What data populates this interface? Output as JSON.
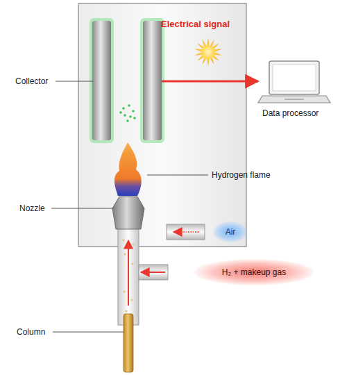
{
  "diagram": {
    "nodes": [
      {
        "text": [
          "Air"
        ]
      },
      {
        "text": [
          "H₂ + makeup gas"
        ]
      }
    ],
    "labels": [
      "Electrical signal",
      "Collector",
      "Data processor",
      "Hydrogen flame",
      "Nozzle",
      "Column"
    ]
  }
}
